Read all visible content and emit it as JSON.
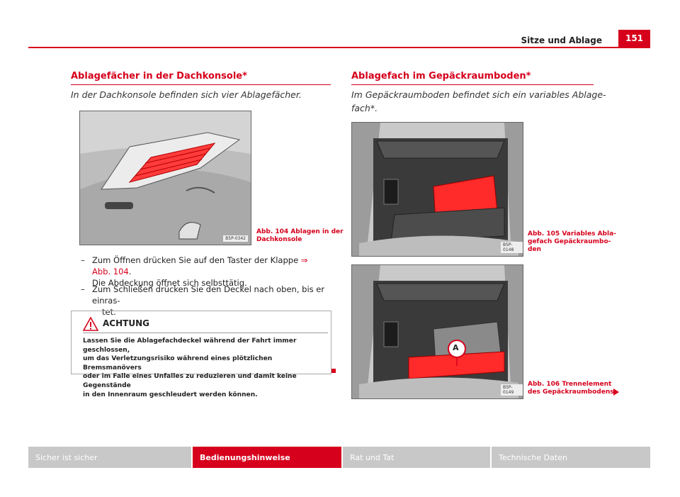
{
  "header": {
    "title": "Sitze und Ablage",
    "page_number": "151"
  },
  "left": {
    "heading": "Ablagefächer in der Dachkonsole*",
    "intro": "In der Dachkonsole befinden sich vier Ablagefächer.",
    "figure": {
      "code": "B5P-0342",
      "caption_line1": "Abb. 104   Ablagen in der",
      "caption_line2": "Dachkonsole"
    },
    "steps": [
      {
        "dash": "–",
        "line1_pre": "Zum Öffnen drücken Sie auf den Taster der Klappe ",
        "ref": "⇒ Abb. 104",
        "line1_post": ".",
        "line2": "Die Abdeckung öffnet sich selbsttätig."
      },
      {
        "dash": "–",
        "line1": "Zum Schließen drücken Sie den Deckel nach oben, bis er einras-",
        "line2": "tet."
      }
    ],
    "warning": {
      "icon": "warning-triangle-icon",
      "title": "ACHTUNG",
      "lines": [
        "Lassen Sie die Ablagefachdeckel während der Fahrt immer geschlossen,",
        "um das Verletzungsrisiko während eines plötzlichen Bremsmanövers",
        "oder im Falle eines Unfalles zu reduzieren und damit keine Gegenstände",
        "in den Innenraum geschleudert werden können."
      ]
    }
  },
  "right": {
    "heading": "Ablagefach im Gepäckraumboden*",
    "intro_line1": "Im Gepäckraumboden befindet sich ein variables Ablage-",
    "intro_line2": "fach*.",
    "figure1": {
      "code": "B5P-0148",
      "caption_lines": [
        "Abb. 105   Variables Abla-",
        "gefach Gepäckraumbo-",
        "den"
      ]
    },
    "figure2": {
      "code": "B5P-0149",
      "label": "A",
      "caption_lines": [
        "Abb. 106   Trennelement",
        "des Gepäckraumbodens"
      ],
      "continue_icon": "triangle-right-icon"
    }
  },
  "footer": {
    "items": [
      "Sicher ist sicher",
      "Bedienungshinweise",
      "Rat und Tat",
      "Technische Daten"
    ]
  },
  "colors": {
    "accent": "#d6001c",
    "footer_grey": "#c8c8c8"
  }
}
